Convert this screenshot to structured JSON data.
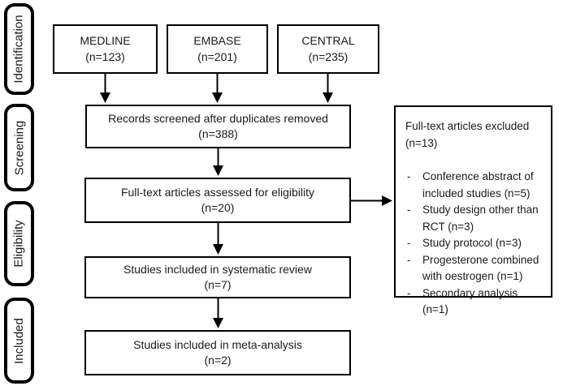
{
  "colors": {
    "background": "#ffffff",
    "border": "#000000",
    "text": "#1a1a1a",
    "arrow": "#000000"
  },
  "sidebar": {
    "stages": [
      {
        "label": "Identification"
      },
      {
        "label": "Screening"
      },
      {
        "label": "Eligibility"
      },
      {
        "label": "Included"
      }
    ]
  },
  "flow": {
    "sources": [
      {
        "name": "MEDLINE",
        "count": "(n=123)"
      },
      {
        "name": "EMBASE",
        "count": "(n=201)"
      },
      {
        "name": "CENTRAL",
        "count": "(n=235)"
      }
    ],
    "steps": [
      {
        "label": "Records screened after duplicates removed",
        "count": "(n=388)"
      },
      {
        "label": "Full-text articles assessed for eligibility",
        "count": "(n=20)"
      },
      {
        "label": "Studies included in systematic review",
        "count": "(n=7)"
      },
      {
        "label": "Studies included in meta-analysis",
        "count": "(n=2)"
      }
    ]
  },
  "excluded": {
    "title": "Full-text articles excluded",
    "count": "(n=13)",
    "bullet": "-",
    "items": [
      "Conference abstract of included studies (n=5)",
      "Study design other than RCT (n=3)",
      "Study protocol (n=3)",
      "Progesterone combined with oestrogen (n=1)",
      "Secondary analysis (n=1)"
    ]
  }
}
